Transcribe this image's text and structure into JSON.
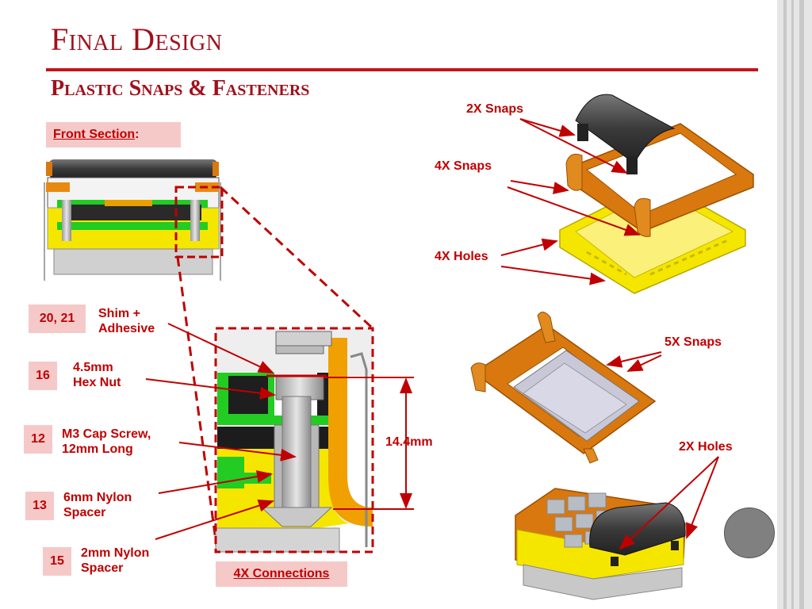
{
  "title": "Final Design",
  "subtitle": "Plastic Snaps & Fasteners",
  "front_section": {
    "label": "Front Section",
    "suffix": ":"
  },
  "connections_label": "4X Connections",
  "dimension": "14.4mm",
  "parts": [
    {
      "num": "20, 21",
      "line1": "Shim +",
      "line2": "Adhesive"
    },
    {
      "num": "16",
      "line1": "4.5mm",
      "line2": "Hex Nut"
    },
    {
      "num": "12",
      "line1": "M3 Cap Screw,",
      "line2": "12mm Long"
    },
    {
      "num": "13",
      "line1": "6mm Nylon",
      "line2": "Spacer"
    },
    {
      "num": "15",
      "line1": "2mm Nylon",
      "line2": "Spacer"
    }
  ],
  "callouts": {
    "snaps_2x": "2X Snaps",
    "snaps_4x": "4X Snaps",
    "holes_4x": "4X Holes",
    "snaps_5x": "5X Snaps",
    "holes_2x": "2X Holes"
  },
  "colors": {
    "accent": "#c00000",
    "title": "#a0101c",
    "label_bg": "#f6c9c9",
    "orange_part": "#d9780f",
    "yellow_part": "#f5e600",
    "green_board": "#22cc22"
  }
}
